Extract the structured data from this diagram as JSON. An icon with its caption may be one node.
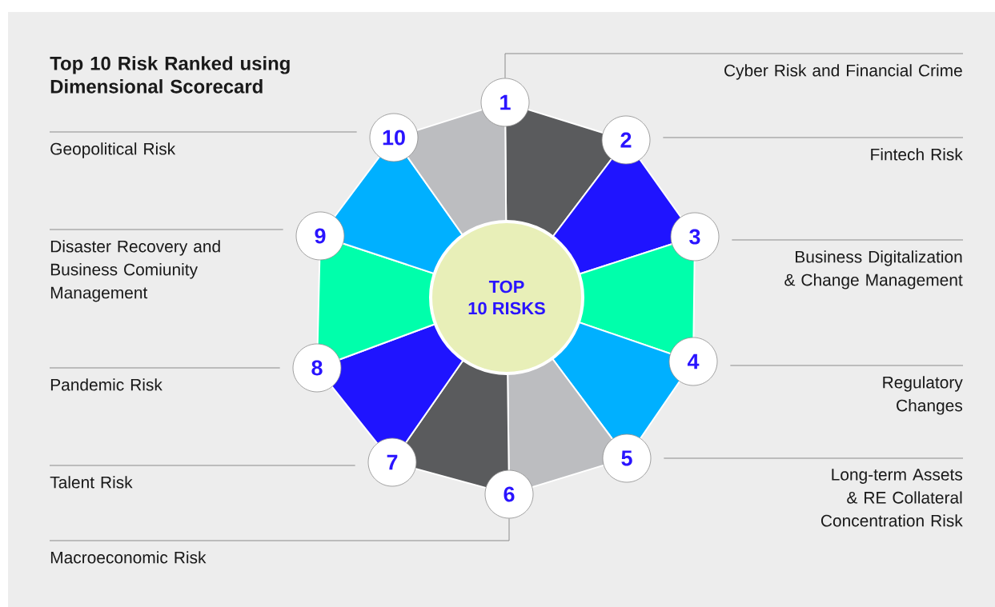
{
  "diagram": {
    "title": "Top 10 Risk Ranked using Dimensional Scorecard",
    "nodes": [
      {
        "text": [
          "TOP 10 RISKS"
        ]
      },
      {
        "text": [
          "1"
        ]
      },
      {
        "text": [
          "2"
        ]
      },
      {
        "text": [
          "3"
        ]
      },
      {
        "text": [
          "4"
        ]
      },
      {
        "text": [
          "5"
        ]
      },
      {
        "text": [
          "6"
        ]
      },
      {
        "text": [
          "7"
        ]
      },
      {
        "text": [
          "8"
        ]
      },
      {
        "text": [
          "9"
        ]
      },
      {
        "text": [
          "10"
        ]
      },
      {
        "text": [
          "Cyber Risk and Financial Crime"
        ]
      },
      {
        "text": [
          "Fintech Risk"
        ]
      },
      {
        "text": [
          "Business Digitalization & Change Management"
        ]
      },
      {
        "text": [
          "Regulatory Changes"
        ]
      },
      {
        "text": [
          "Long-term Assets & RE Collateral Concentration Risk"
        ]
      },
      {
        "text": [
          "Macroeconomic Risk"
        ]
      },
      {
        "text": [
          "Talent Risk"
        ]
      },
      {
        "text": [
          "Pandemic Risk"
        ]
      },
      {
        "text": [
          "Disaster Recovery and Business Comiunity Management"
        ]
      },
      {
        "text": [
          "Geopolitical Risk"
        ]
      }
    ],
    "edges": [
      {
        "from": 1,
        "to": 11,
        "arrow": "none"
      },
      {
        "from": 2,
        "to": 12,
        "arrow": "none"
      },
      {
        "from": 3,
        "to": 13,
        "arrow": "none"
      },
      {
        "from": 4,
        "to": 14,
        "arrow": "none"
      },
      {
        "from": 5,
        "to": 15,
        "arrow": "none"
      },
      {
        "from": 6,
        "to": 16,
        "arrow": "none"
      },
      {
        "from": 7,
        "to": 17,
        "arrow": "none"
      },
      {
        "from": 8,
        "to": 18,
        "arrow": "none"
      },
      {
        "from": 9,
        "to": 19,
        "arrow": "none"
      },
      {
        "from": 10,
        "to": 20,
        "arrow": "none"
      }
    ]
  }
}
